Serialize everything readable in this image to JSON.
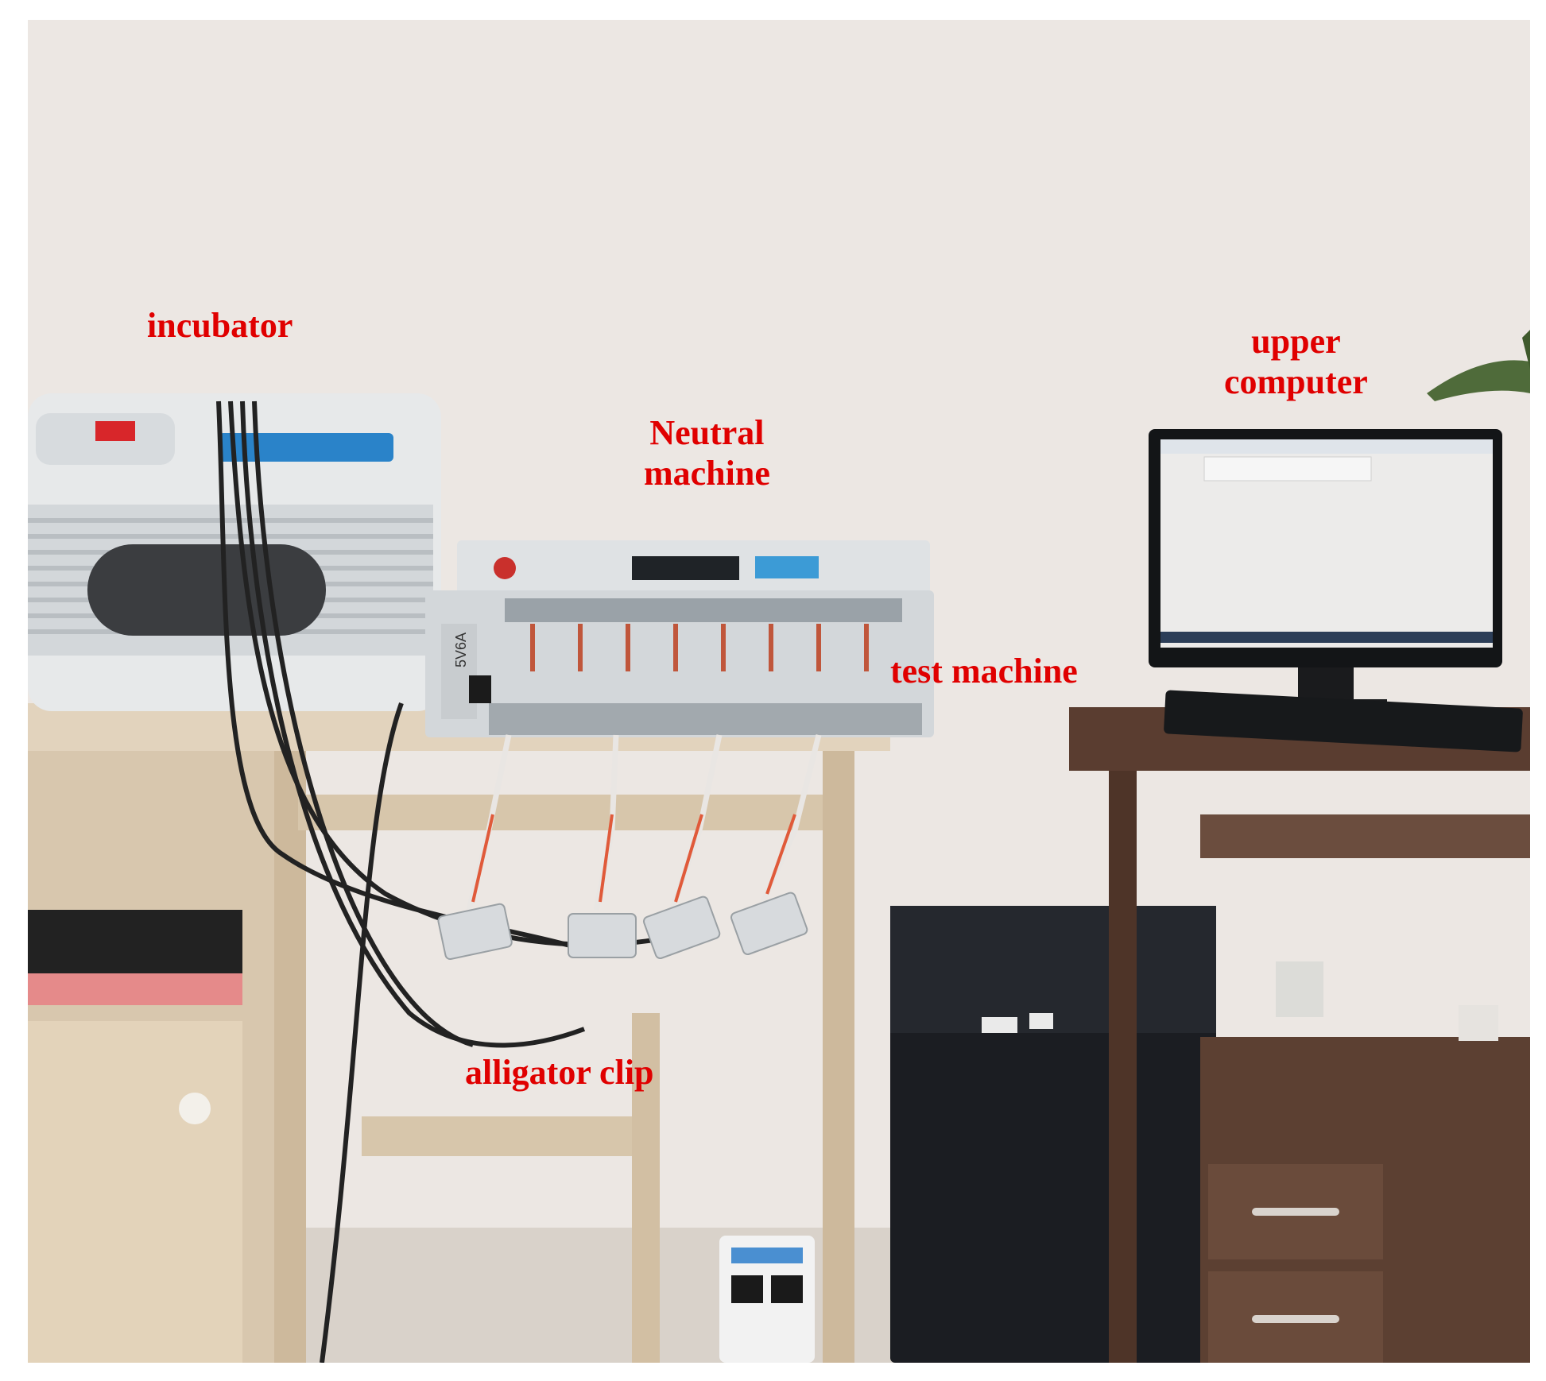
{
  "labels": {
    "incubator": "incubator",
    "neutral_machine": [
      "Neutral",
      "machine"
    ],
    "upper_computer": [
      "upper",
      "computer"
    ],
    "test_machine": "test machine",
    "alligator_clip": "alligator clip"
  },
  "device_text": {
    "test_rack_model": "5V6A"
  },
  "colors": {
    "label": "#e00000",
    "wall": "#ece7e3",
    "wood": "#e2d3bd",
    "dark_wood": "#5a3d30",
    "case": "#1b1d22",
    "device": "#d9dcde"
  }
}
